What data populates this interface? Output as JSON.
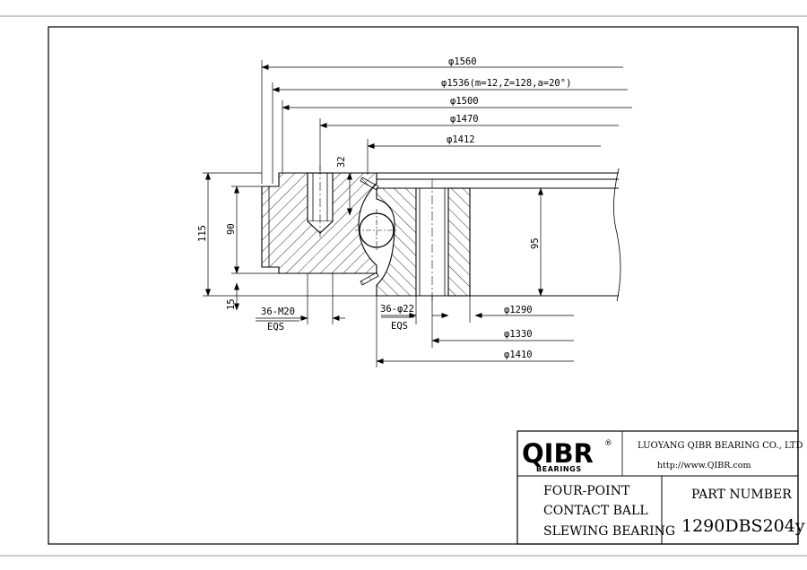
{
  "dimensions": {
    "d1560": "φ1560",
    "d1536": "φ1536(m=12,Z=128,a=20°)",
    "d1500": "φ1500",
    "d1470": "φ1470",
    "d1412": "φ1412",
    "d1290": "φ1290",
    "d1330": "φ1330",
    "d1410": "φ1410",
    "h32": "32",
    "h115": "115",
    "h90": "90",
    "h95": "95",
    "h15": "15",
    "holes_outer": "36-M20",
    "holes_outer_eqs": "EQS",
    "holes_inner": "36-φ22",
    "holes_inner_eqs": "EQS"
  },
  "title_block": {
    "logo": "QIBR",
    "logo_sub": "BEARINGS",
    "logo_reg": "®",
    "company": "LUOYANG QIBR BEARING CO., LTD",
    "url": "http://www.QIBR.com",
    "desc_line1": "FOUR-POINT",
    "desc_line2": "CONTACT BALL",
    "desc_line3": "SLEWING BEARING",
    "part_number_label": "PART NUMBER",
    "part_number": "1290DBS204y"
  }
}
